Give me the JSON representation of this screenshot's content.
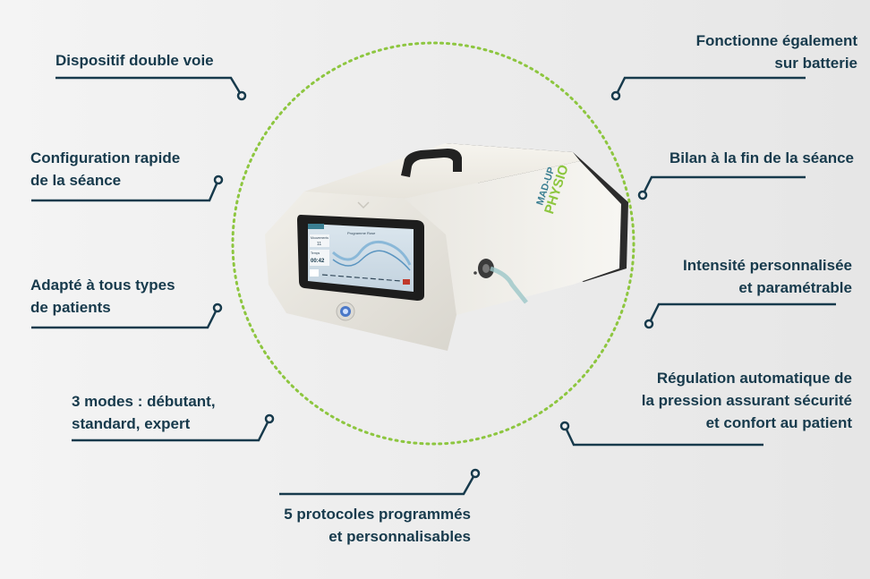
{
  "features_left": [
    {
      "lines": [
        "Dispositif double voie",
        ""
      ]
    },
    {
      "lines": [
        "Configuration rapide",
        "de la séance"
      ]
    },
    {
      "lines": [
        "Adapté à tous types",
        "de patients"
      ]
    },
    {
      "lines": [
        "3 modes : débutant,",
        "standard, expert"
      ]
    }
  ],
  "features_right": [
    {
      "lines": [
        "Fonctionne également",
        "sur batterie"
      ]
    },
    {
      "lines": [
        "Bilan à la fin de la séance",
        ""
      ]
    },
    {
      "lines": [
        "Intensité personnalisée",
        "et paramétrable"
      ]
    },
    {
      "lines": [
        "Régulation automatique de",
        "la pression assurant sécurité"
      ],
      "line3": "et confort au patient"
    }
  ],
  "feature_bottom": {
    "lines": [
      "5 protocoles programmés",
      "et personnalisables"
    ]
  },
  "device": {
    "brand_top": "MAD-UP",
    "brand_bottom": "PHYSIO",
    "screen_title": "Programme Rose",
    "screen_left_label": "Mouvements",
    "screen_count": "11",
    "screen_time_label": "Temps",
    "screen_time": "00:42"
  },
  "colors": {
    "text": "#173a4c",
    "circle": "#8dc63f",
    "line": "#173a4c",
    "brand_green": "#8dc63f",
    "brand_teal": "#3b7f92"
  }
}
